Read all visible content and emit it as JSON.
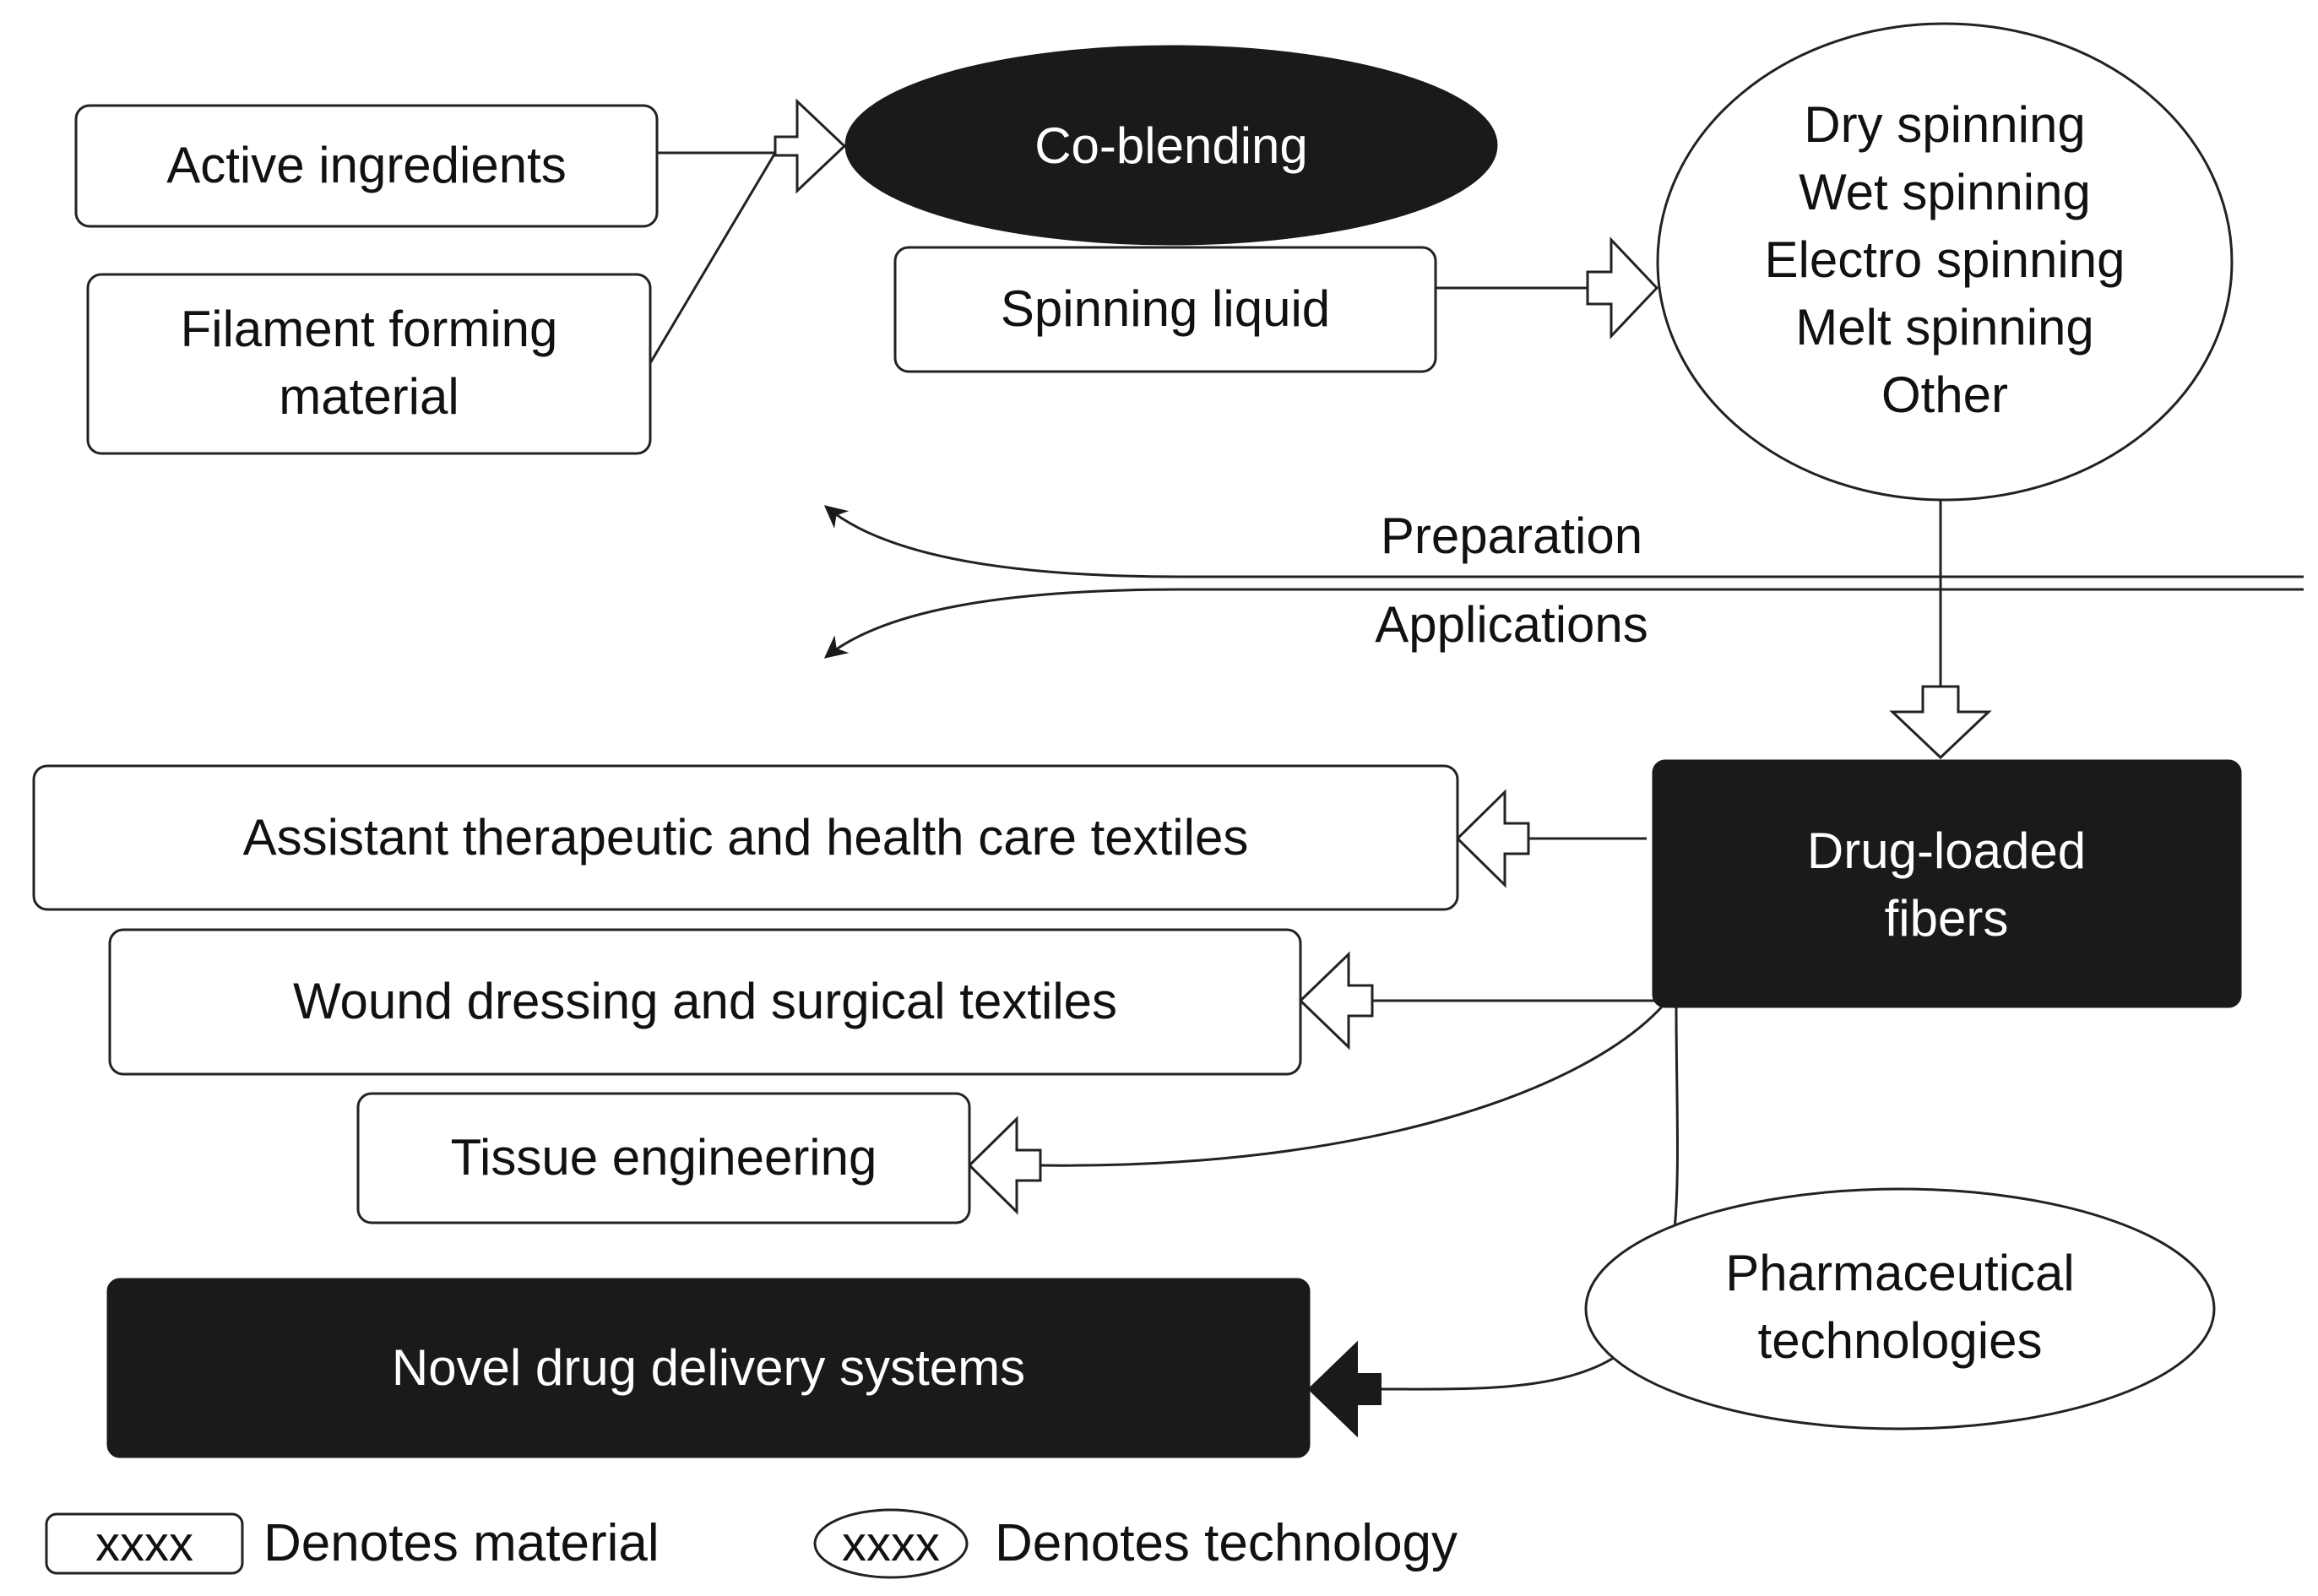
{
  "nodes": {
    "active_ingredients": "Active ingredients",
    "filament_forming": [
      "Filament forming",
      "material"
    ],
    "co_blending": "Co-blending",
    "spinning_liquid": "Spinning liquid",
    "spinning_methods": [
      "Dry spinning",
      "Wet spinning",
      "Electro spinning",
      "Melt spinning",
      "Other"
    ],
    "drug_loaded_fibers": [
      "Drug-loaded",
      "fibers"
    ],
    "therapeutic_textiles": "Assistant therapeutic and health care textiles",
    "wound_dressing": "Wound dressing and surgical textiles",
    "tissue_engineering": "Tissue engineering",
    "novel_drug_delivery": "Novel drug delivery systems",
    "pharmaceutical_technologies": [
      "Pharmaceutical",
      "technologies"
    ]
  },
  "divider": {
    "preparation": "Preparation",
    "applications": "Applications"
  },
  "legend": {
    "material_sample": "xxxx",
    "material_label": "Denotes material",
    "technology_sample": "xxxx",
    "technology_label": "Denotes technology"
  },
  "colors": {
    "dark_fill": "#1a1a1a",
    "stroke": "#222222",
    "background": "#ffffff"
  }
}
